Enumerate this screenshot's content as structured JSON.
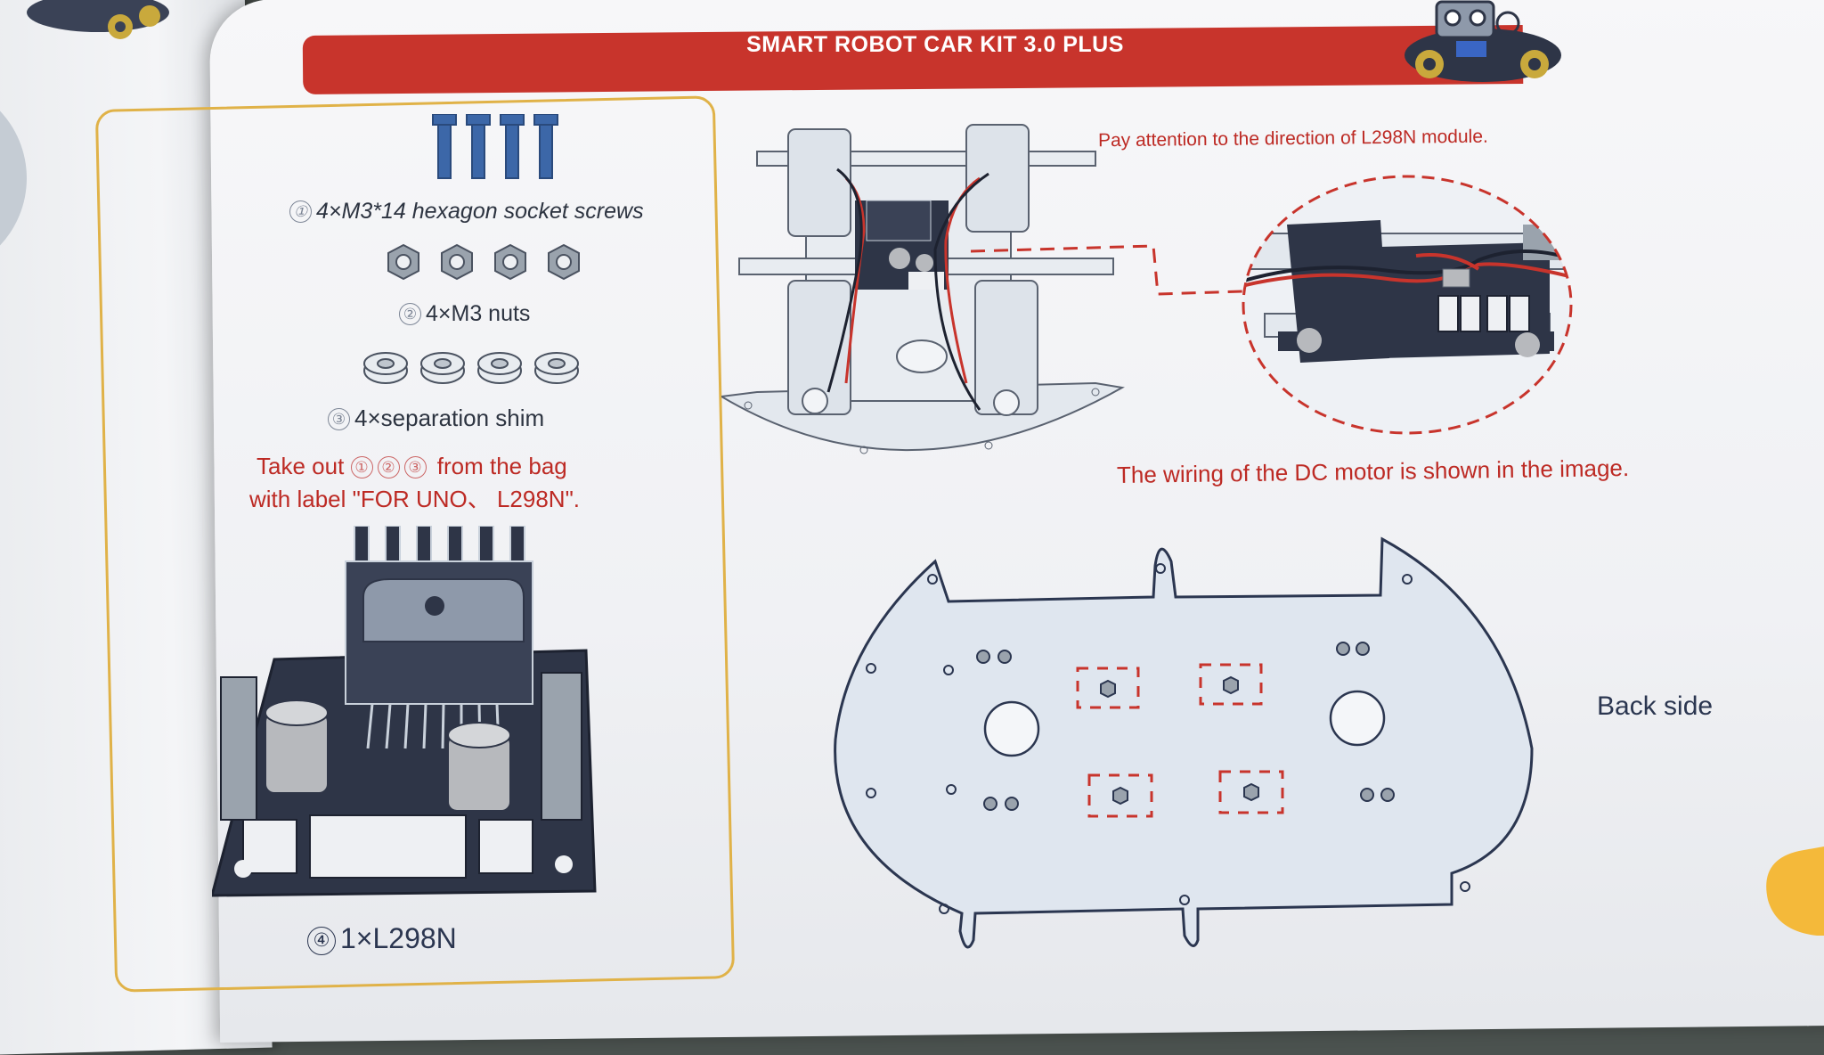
{
  "banner": {
    "title": "SMART ROBOT CAR KIT 3.0 PLUS"
  },
  "parts": [
    {
      "num": "①",
      "text": "4×M3*14 hexagon socket screws"
    },
    {
      "num": "②",
      "text": "4×M3 nuts"
    },
    {
      "num": "③",
      "text": "4×separation shim"
    },
    {
      "num": "④",
      "text": "1×L298N"
    }
  ],
  "instruction": {
    "line1_a": "Take out",
    "line1_nums": [
      "①",
      "②",
      "③"
    ],
    "line1_b": "from the bag",
    "line2": "with label  \"FOR UNO、 L298N\"."
  },
  "notes": {
    "direction": "Pay attention to the direction of L298N module.",
    "wiring": "The wiring of the DC motor is shown in the image.",
    "back_side": "Back side"
  },
  "colors": {
    "accent_red": "#c8342c",
    "frame_gold": "#e0b248",
    "text_navy": "#2b3650",
    "plate_blue": "#dfe6ef",
    "mat_green": "#4b524f"
  },
  "icons": [
    "screw-icon",
    "hex-nut-icon",
    "shim-icon",
    "l298n-module-illustration",
    "robot-mascot-icon",
    "car-chassis-illustration",
    "zoom-callout-circle",
    "back-plate-illustration"
  ]
}
